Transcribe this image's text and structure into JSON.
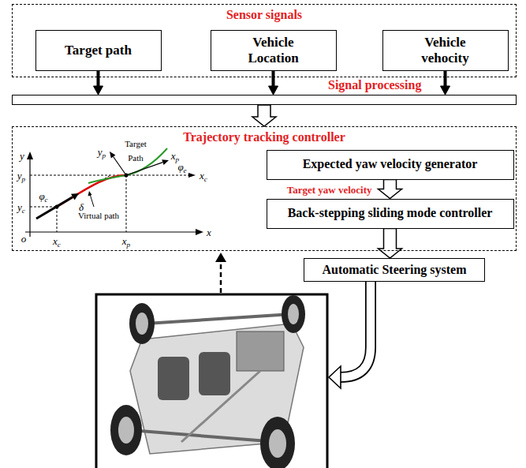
{
  "diagram": {
    "nodes": [
      {
        "text": [
          "Sensor signals"
        ]
      },
      {
        "text": [
          "Target path"
        ],
        "in": 0
      },
      {
        "text": [
          "Vehicle Location"
        ],
        "in": 0
      },
      {
        "text": [
          "Vehicle vehocity"
        ],
        "in": 0
      },
      {
        "text": [
          "Signal processing"
        ]
      },
      {
        "text": [
          "Trajectory tracking controller"
        ]
      },
      {
        "text": [
          "Expected yaw velocity generator"
        ],
        "in": 5
      },
      {
        "text": [
          "Back-stepping sliding mode controller"
        ],
        "in": 5
      },
      {
        "text": [
          "Automatic Steering system"
        ]
      }
    ],
    "edges": [
      {
        "from": 1,
        "to": 4,
        "arrow": "to"
      },
      {
        "from": 2,
        "to": 4,
        "arrow": "to"
      },
      {
        "from": 3,
        "to": 4,
        "arrow": "to"
      },
      {
        "from": 4,
        "to": 5,
        "arrow": "to"
      },
      {
        "from": 6,
        "to": 7,
        "label": "Target yaw velocity",
        "arrow": "to"
      },
      {
        "from": 7,
        "to": 8,
        "arrow": "to"
      }
    ],
    "labels": [
      "y",
      "yp",
      "yc",
      "o",
      "xc",
      "xp",
      "x",
      "Target Path",
      "Virtual path",
      "δ",
      "φc",
      "yp",
      "xp",
      "φe",
      "xc"
    ]
  }
}
